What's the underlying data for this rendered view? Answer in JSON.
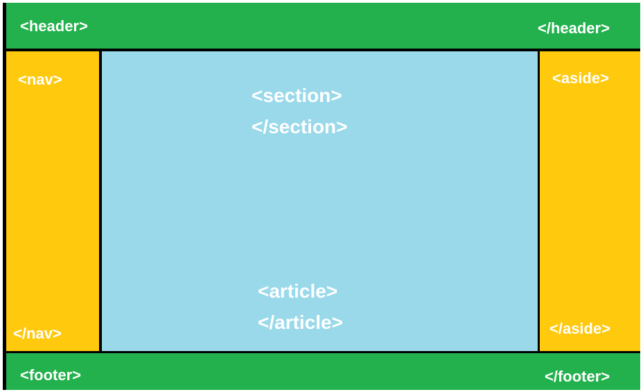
{
  "colors": {
    "header_footer_bg": "#22b14c",
    "sidebar_bg": "#ffc90e",
    "main_bg": "#99d9ea",
    "label_text": "#ffffff",
    "outline": "#000000"
  },
  "header": {
    "open": "<header>",
    "close": "</header>"
  },
  "nav": {
    "open": "<nav>",
    "close": "</nav>"
  },
  "section": {
    "open": "<section>",
    "close": "</section>"
  },
  "article": {
    "open": "<article>",
    "close": "</article>"
  },
  "aside": {
    "open": "<aside>",
    "close": "</aside>"
  },
  "footer": {
    "open": "<footer>",
    "close": "</footer>"
  }
}
